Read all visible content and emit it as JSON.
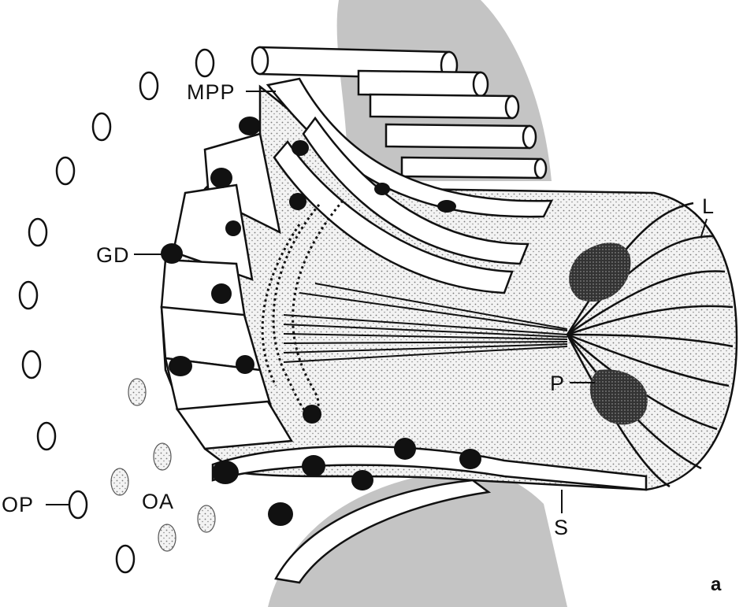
{
  "figure": {
    "labels": {
      "mpp": "MPP",
      "gd": "GD",
      "l": "L",
      "p": "P",
      "s": "S",
      "op": "OP",
      "oa": "OA"
    },
    "panel_letter": "a"
  },
  "colors": {
    "ink": "#111111",
    "shade": "#b9b9b9",
    "background": "#ffffff"
  }
}
